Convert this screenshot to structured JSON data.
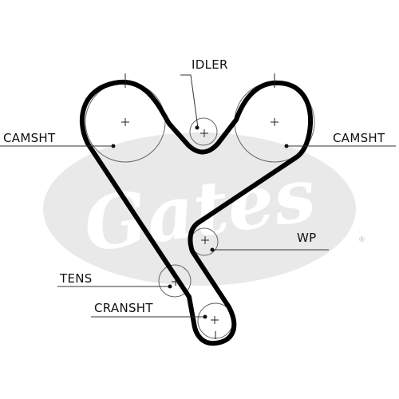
{
  "labels": {
    "idler": "IDLER",
    "camshaft_left": "CAMSHT",
    "camshaft_right": "CAMSHT",
    "water_pump": "WP",
    "tensioner": "TENS",
    "crankshaft": "CRANSHT"
  },
  "watermark": {
    "brand": "Gates",
    "registered": "®"
  },
  "colors": {
    "belt": "#000000",
    "watermark": "#e9e9e9",
    "text": "#111111"
  }
}
